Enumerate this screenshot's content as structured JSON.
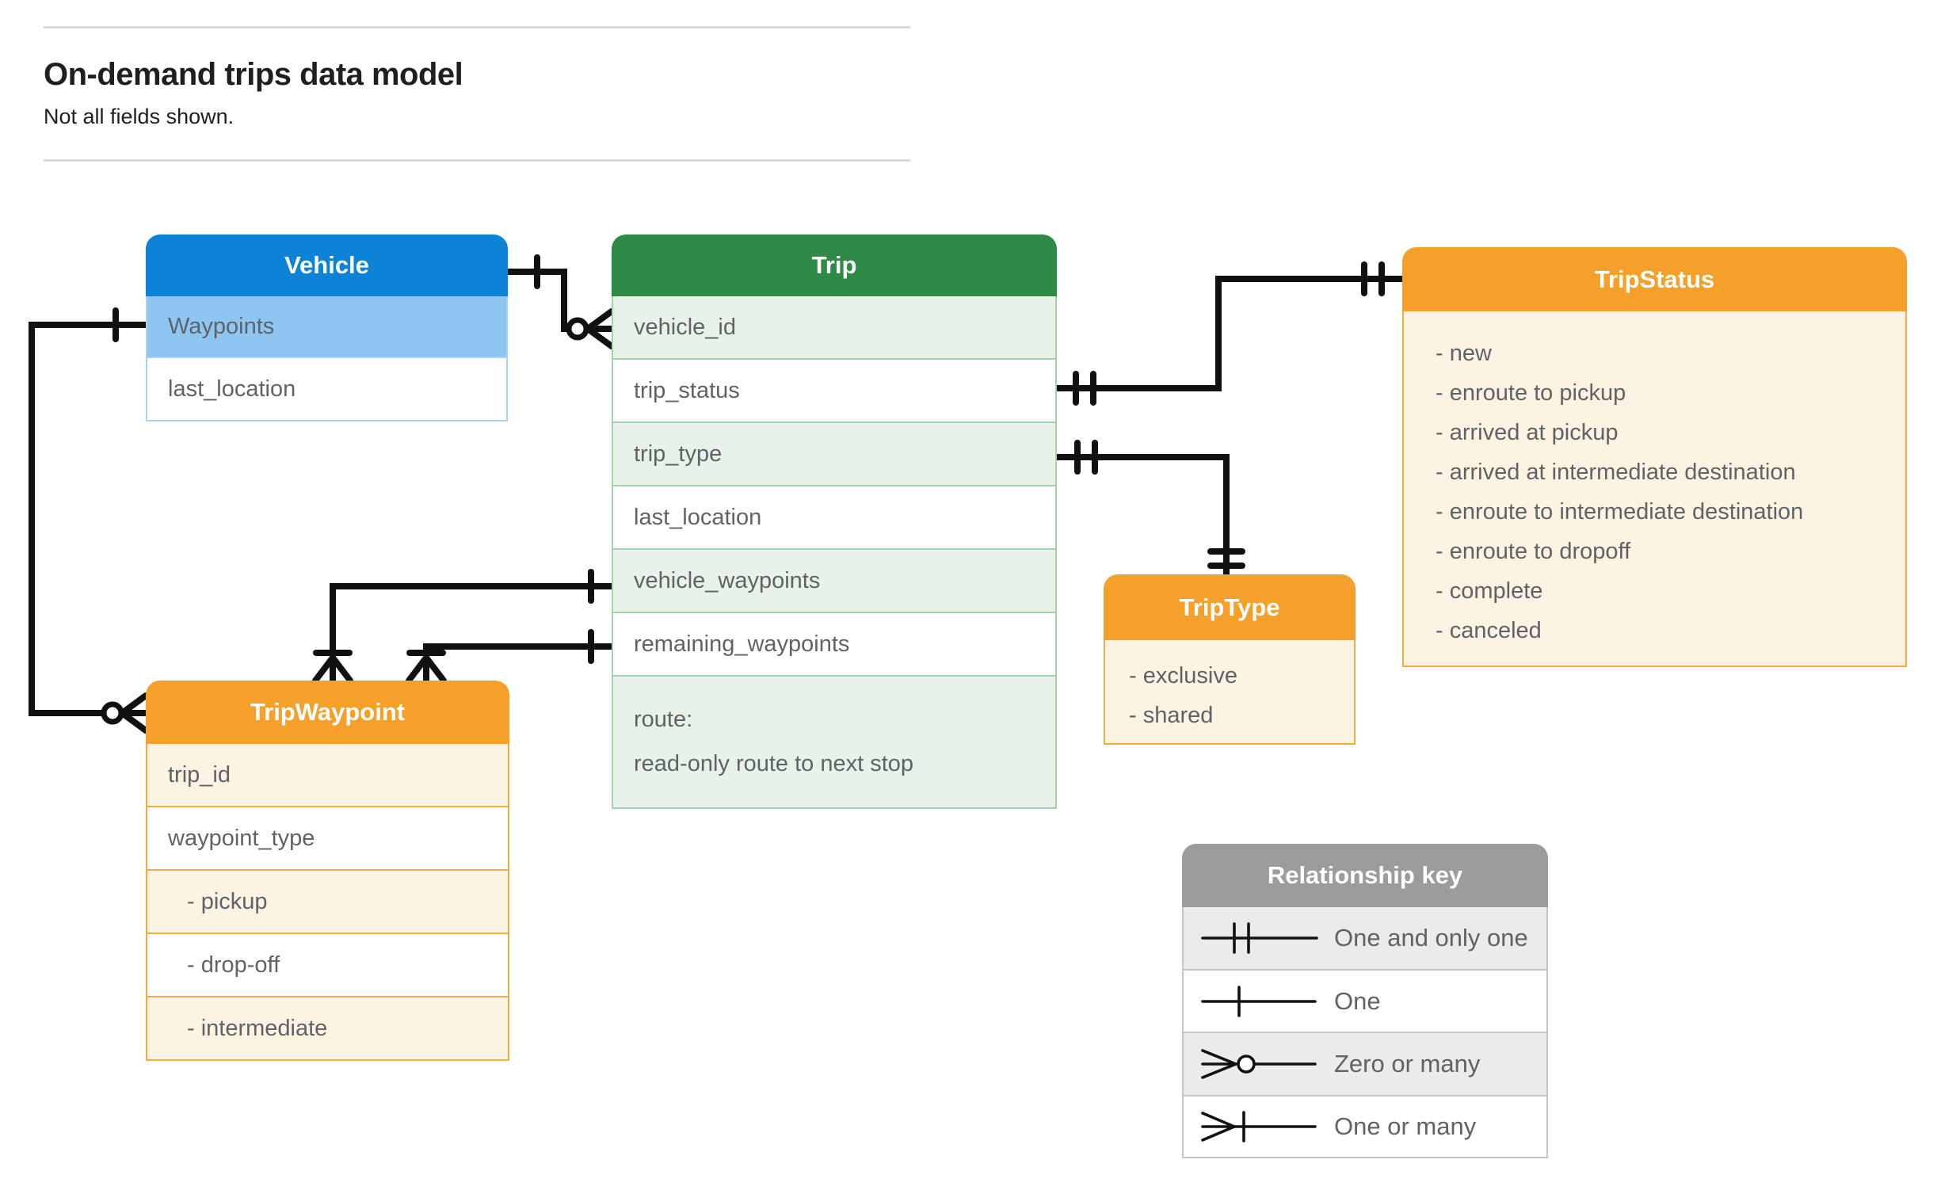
{
  "page": {
    "title": "On-demand trips data model",
    "subtitle": "Not all fields shown."
  },
  "entities": {
    "vehicle": {
      "title": "Vehicle",
      "rows": [
        "Waypoints",
        "last_location"
      ]
    },
    "trip": {
      "title": "Trip",
      "rows": [
        "vehicle_id",
        "trip_status",
        "trip_type",
        "last_location",
        "vehicle_waypoints",
        "remaining_waypoints"
      ],
      "route": {
        "line1": "route:",
        "line2": "read-only route to next stop"
      }
    },
    "trip_status": {
      "title": "TripStatus",
      "items": [
        "- new",
        "- enroute to pickup",
        "- arrived at pickup",
        "- arrived at intermediate destination",
        "- enroute to intermediate destination",
        "- enroute to dropoff",
        "- complete",
        "- canceled"
      ]
    },
    "trip_type": {
      "title": "TripType",
      "items": [
        "- exclusive",
        "- shared"
      ]
    },
    "trip_waypoint": {
      "title": "TripWaypoint",
      "rows": [
        "trip_id",
        "waypoint_type",
        "- pickup",
        "- drop-off",
        "- intermediate"
      ]
    }
  },
  "legend": {
    "title": "Relationship key",
    "rows": [
      {
        "symbol": "one-and-only-one",
        "label": "One and only one"
      },
      {
        "symbol": "one",
        "label": "One"
      },
      {
        "symbol": "zero-or-many",
        "label": "Zero or many"
      },
      {
        "symbol": "one-or-many",
        "label": "One or many"
      }
    ]
  },
  "colors": {
    "vehicle_header": "#0d83d8",
    "vehicle_row": "#8dc7f1",
    "vehicle_border": "#a9d2f2",
    "trip_header": "#2e8b47",
    "trip_row": "#e7f3e9",
    "trip_border": "#a3d3ad",
    "orange_header": "#f5a02b",
    "orange_row": "#fdf3e2",
    "orange_border": "#f5ab3d",
    "key_header": "#9c9c9c",
    "key_row": "#ebebeb",
    "key_border": "#c6c6c6",
    "text_dark": "#1f1f1f",
    "text_row": "#5f6368",
    "connector": "#111111",
    "rule": "#d9d9d9"
  }
}
